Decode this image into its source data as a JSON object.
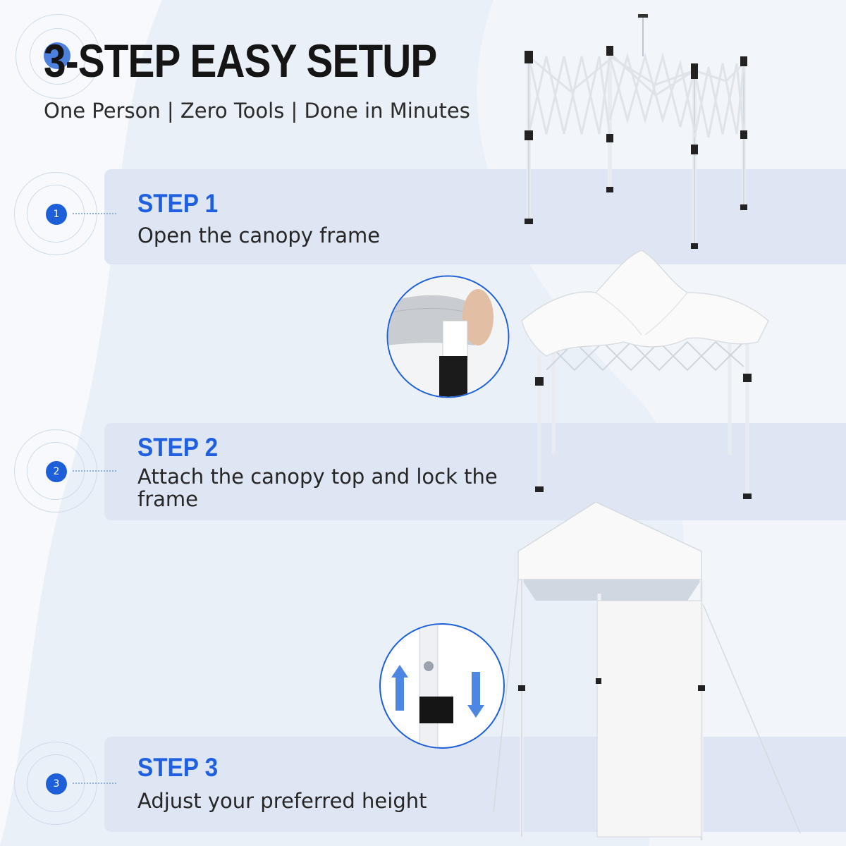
{
  "header": {
    "title": "3-STEP EASY SETUP",
    "subtitle": "One Person | Zero Tools | Done in Minutes"
  },
  "steps": [
    {
      "number": "1",
      "label": "STEP 1",
      "description": "Open the canopy frame"
    },
    {
      "number": "2",
      "label": "STEP 2",
      "description": "Attach the canopy top and lock the frame"
    },
    {
      "number": "3",
      "label": "STEP 3",
      "description": "Adjust your preferred height"
    }
  ],
  "colors": {
    "accent": "#1f5fe0",
    "badge": "#1d5fd8",
    "card": "#dde6f2",
    "background": "#f2f6fb"
  },
  "icons": {
    "arrows": "up-down-arrows-icon"
  }
}
